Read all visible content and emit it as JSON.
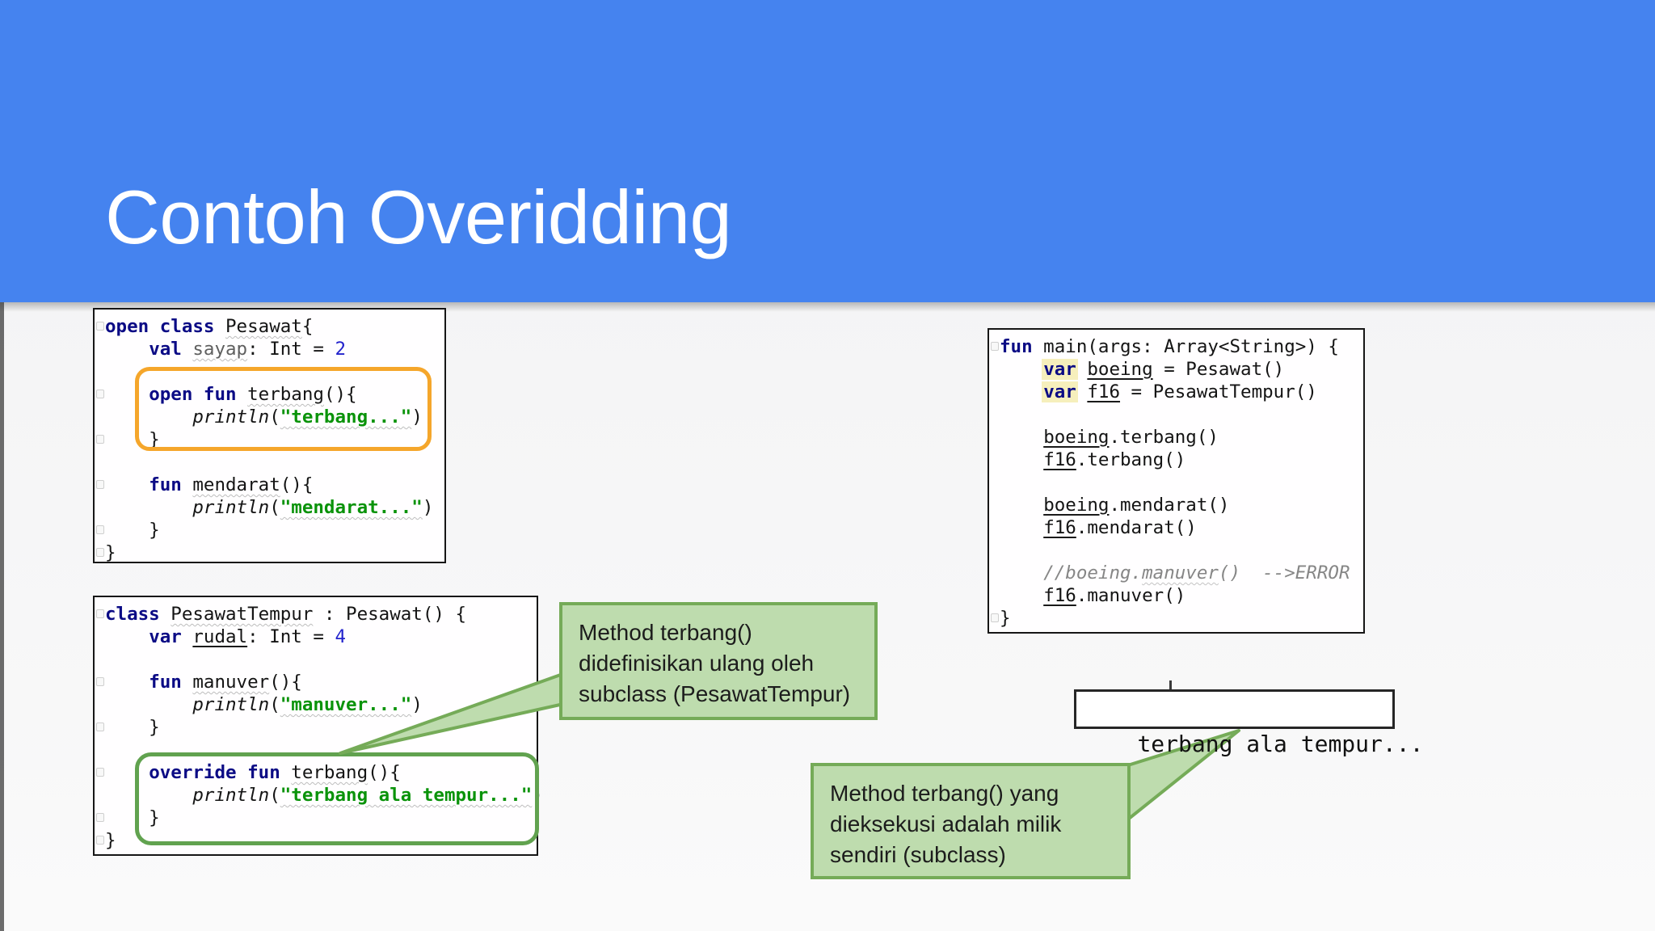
{
  "slide": {
    "title": "Contoh Overidding"
  },
  "colors": {
    "header_blue": "#4583ef",
    "keyword_navy": "#0b0b85",
    "string_green": "#0a930a",
    "number_blue": "#2222cc",
    "comment_gray": "#868686",
    "ring_orange": "#f5a62b",
    "ring_green": "#61a24f",
    "callout_fill": "#bedcae",
    "callout_border": "#75ab58",
    "occurrence_yellow": "#f6efbc"
  },
  "output_box": {
    "text": "terbang ala tempur..."
  },
  "callouts": [
    {
      "id": "override-definition",
      "lines": [
        "Method terbang()",
        "didefinisikan ulang oleh",
        "subclass (PesawatTempur)"
      ]
    },
    {
      "id": "executed-method",
      "lines": [
        "Method terbang() yang",
        "dieksekusi adalah milik",
        "sendiri (subclass)"
      ]
    }
  ],
  "code_blocks": [
    {
      "id": "pesawat-class",
      "fold_marks": [
        1,
        4,
        6,
        8,
        10,
        11
      ],
      "lines": [
        [
          [
            "open class",
            "kw"
          ],
          [
            " "
          ],
          [
            "Pesawat",
            "sq"
          ],
          [
            "{"
          ]
        ],
        [
          [
            "    "
          ],
          [
            "val",
            "kw"
          ],
          [
            " "
          ],
          [
            "sayap",
            "dim sq"
          ],
          [
            ": Int = "
          ],
          [
            "2",
            "num"
          ]
        ],
        [],
        [
          [
            "    "
          ],
          [
            "open fun",
            "kw"
          ],
          [
            " "
          ],
          [
            "terbang",
            "sq"
          ],
          [
            "(){"
          ]
        ],
        [
          [
            "        "
          ],
          [
            "println",
            "it"
          ],
          [
            "("
          ],
          [
            "\"terbang...\"",
            "str sq"
          ],
          [
            ")"
          ]
        ],
        [
          [
            "    }"
          ]
        ],
        [],
        [
          [
            "    "
          ],
          [
            "fun",
            "kw"
          ],
          [
            " "
          ],
          [
            "mendarat",
            "sq"
          ],
          [
            "(){"
          ]
        ],
        [
          [
            "        "
          ],
          [
            "println",
            "it"
          ],
          [
            "("
          ],
          [
            "\"mendarat...\"",
            "str sq"
          ],
          [
            ")"
          ]
        ],
        [
          [
            "    }"
          ]
        ],
        [
          [
            "}"
          ]
        ]
      ]
    },
    {
      "id": "pesawat-tempur-class",
      "fold_marks": [
        1,
        4,
        6,
        8,
        10,
        11
      ],
      "lines": [
        [
          [
            "class",
            "kw"
          ],
          [
            " "
          ],
          [
            "PesawatTempur",
            "sq"
          ],
          [
            " : Pesawat() {"
          ]
        ],
        [
          [
            "    "
          ],
          [
            "var",
            "kw"
          ],
          [
            " "
          ],
          [
            "rudal",
            "u"
          ],
          [
            ": Int = "
          ],
          [
            "4",
            "num"
          ]
        ],
        [],
        [
          [
            "    "
          ],
          [
            "fun",
            "kw"
          ],
          [
            " "
          ],
          [
            "manuver",
            "sq"
          ],
          [
            "(){"
          ]
        ],
        [
          [
            "        "
          ],
          [
            "println",
            "it"
          ],
          [
            "("
          ],
          [
            "\"manuver...\"",
            "str sq"
          ],
          [
            ")"
          ]
        ],
        [
          [
            "    }"
          ]
        ],
        [],
        [
          [
            "    "
          ],
          [
            "override fun",
            "kw"
          ],
          [
            " "
          ],
          [
            "terbang",
            "sq"
          ],
          [
            "(){"
          ]
        ],
        [
          [
            "        "
          ],
          [
            "println",
            "it"
          ],
          [
            "("
          ],
          [
            "\"terbang ala tempur...\"",
            "str sq"
          ],
          [
            ")"
          ]
        ],
        [
          [
            "    }"
          ]
        ],
        [
          [
            "}"
          ]
        ]
      ]
    },
    {
      "id": "main-function",
      "fold_marks": [
        1,
        13
      ],
      "lines": [
        [
          [
            "fun",
            "kw"
          ],
          [
            " main(args: Array<String>) {"
          ]
        ],
        [
          [
            "    "
          ],
          [
            "var",
            "kw hl"
          ],
          [
            " "
          ],
          [
            "boeing",
            "u"
          ],
          [
            " = Pesawat()"
          ]
        ],
        [
          [
            "    "
          ],
          [
            "var",
            "kw hl"
          ],
          [
            " "
          ],
          [
            "f16",
            "u"
          ],
          [
            " = PesawatTempur()"
          ]
        ],
        [],
        [
          [
            "    "
          ],
          [
            "boeing",
            "u"
          ],
          [
            ".terbang()"
          ]
        ],
        [
          [
            "    "
          ],
          [
            "f16",
            "u"
          ],
          [
            ".terbang()"
          ]
        ],
        [],
        [
          [
            "    "
          ],
          [
            "boeing",
            "u"
          ],
          [
            ".mendarat()"
          ]
        ],
        [
          [
            "    "
          ],
          [
            "f16",
            "u"
          ],
          [
            ".mendarat()"
          ]
        ],
        [],
        [
          [
            "    "
          ],
          [
            "//boeing.",
            "cmt"
          ],
          [
            "manuver",
            "cmt sq"
          ],
          [
            "()  -->ERROR",
            "cmt"
          ]
        ],
        [
          [
            "    "
          ],
          [
            "f16",
            "u"
          ],
          [
            ".manuver()"
          ]
        ],
        [
          [
            "}"
          ]
        ]
      ]
    }
  ]
}
